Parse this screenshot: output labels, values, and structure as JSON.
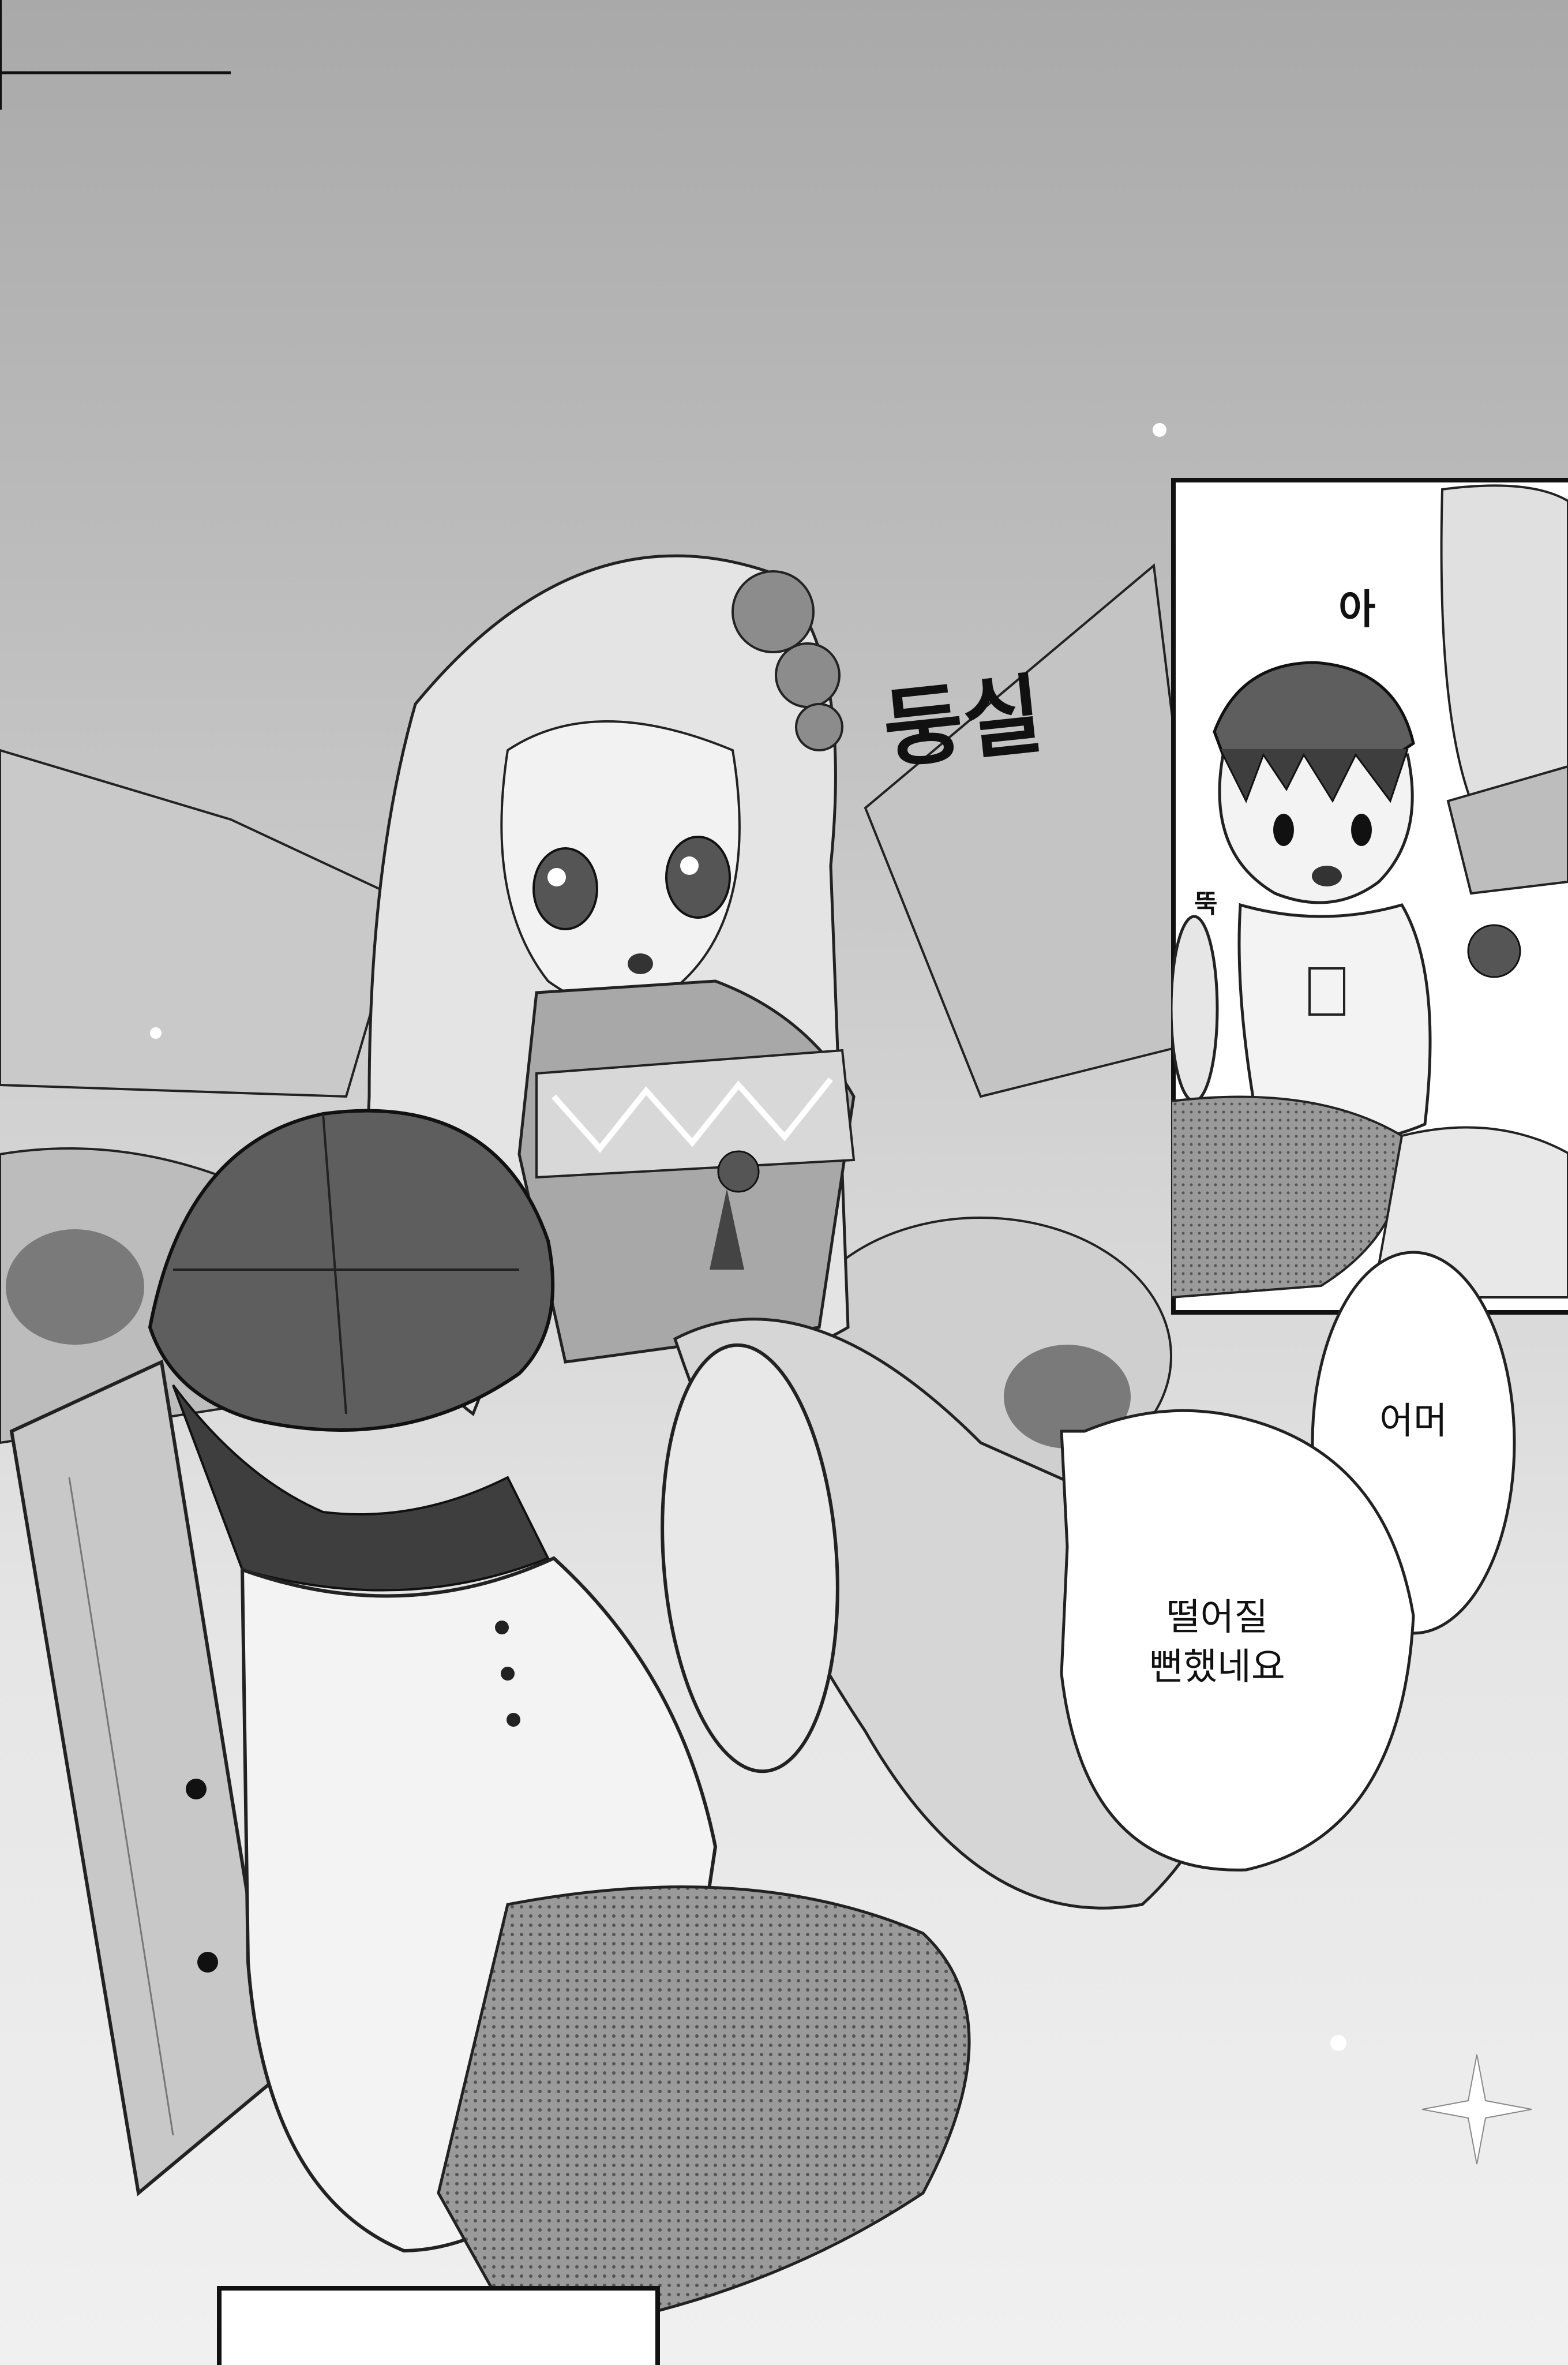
{
  "sound_effects": {
    "float": "둥실",
    "ah": "아",
    "ttuk": "뚝"
  },
  "speech_bubbles": {
    "eomeo": "어머",
    "almost_fell": "떨어질\n뻔했네요"
  },
  "colors": {
    "ink": "#111111",
    "bubble_fill": "#ffffff",
    "panel_border": "#111111"
  }
}
